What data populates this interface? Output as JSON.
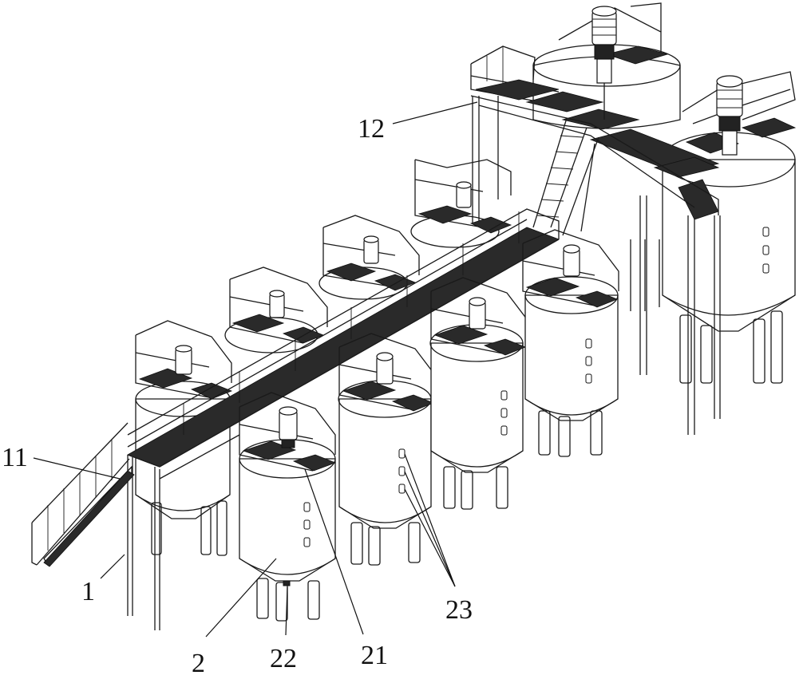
{
  "figure": {
    "labels": {
      "label_1": "1",
      "label_2": "2",
      "label_11": "11",
      "label_12": "12",
      "label_21": "21",
      "label_22": "22",
      "label_23": "23"
    }
  }
}
